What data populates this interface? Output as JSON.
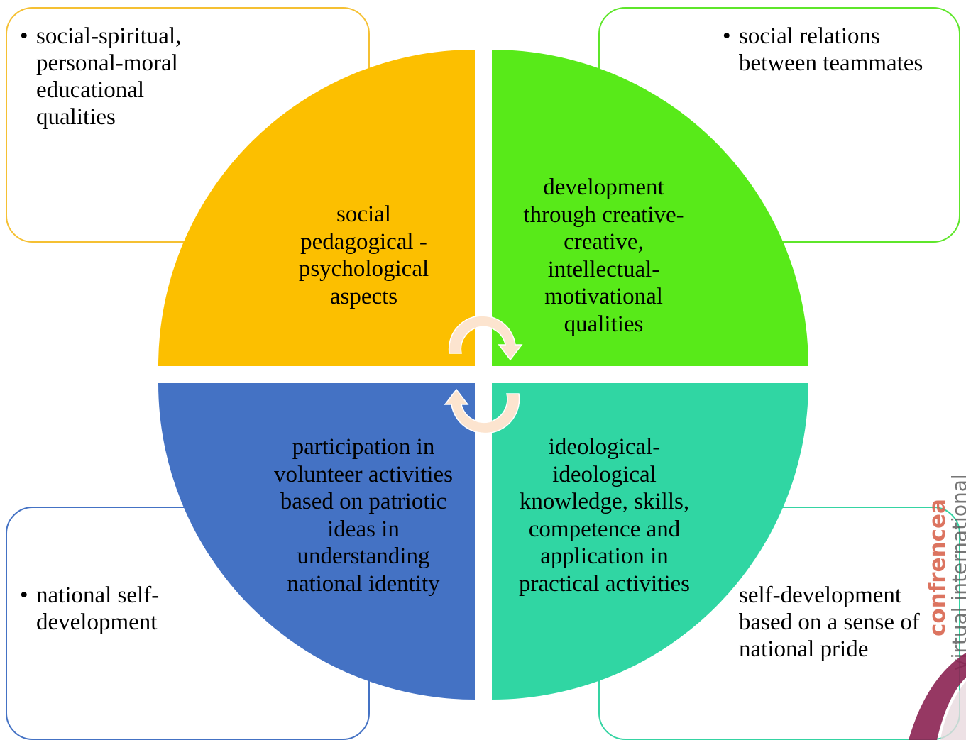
{
  "diagram": {
    "boxes": {
      "top_left": "social-spiritual, personal-moral educational qualities",
      "top_right": "social relations between teammates",
      "bottom_left": "national self-development",
      "bottom_right": "self-development based on a sense of national pride"
    },
    "bullet": "•",
    "quadrants": {
      "top_left": "social pedagogical - psychological aspects",
      "top_right": "development through creative-creative, intellectual-motivational qualities",
      "bottom_left": "participation in volunteer activities based on patriotic ideas in understanding national identity",
      "bottom_right": "ideological-ideological knowledge, skills, competence and application in practical activities"
    },
    "colors": {
      "top_left": "#fcbf00",
      "top_right": "#58ea19",
      "bottom_left": "#4472c4",
      "bottom_right": "#30d6a3",
      "arrows": "#fce4cf"
    }
  },
  "watermark": {
    "brand": "confrencea",
    "tagline": "virtual international"
  }
}
